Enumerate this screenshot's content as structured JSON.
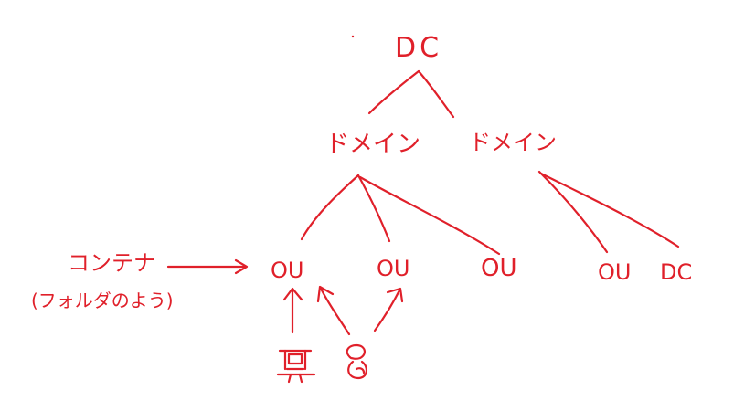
{
  "diagram": {
    "ink_color": "#e0202a",
    "root": {
      "label": "DC"
    },
    "domains": [
      {
        "label": "ドメイン"
      },
      {
        "label": "ドメイン"
      }
    ],
    "left_domain_children": [
      {
        "label": "OU"
      },
      {
        "label": "OU"
      },
      {
        "label": "OU"
      }
    ],
    "right_domain_children": [
      {
        "label": "OU"
      },
      {
        "label": "DC"
      }
    ],
    "annotation": {
      "term": "コンテナ",
      "note": "(フォルダのよう)"
    },
    "objects": [
      {
        "icon": "computer-icon"
      },
      {
        "icon": "user-icon"
      }
    ]
  }
}
